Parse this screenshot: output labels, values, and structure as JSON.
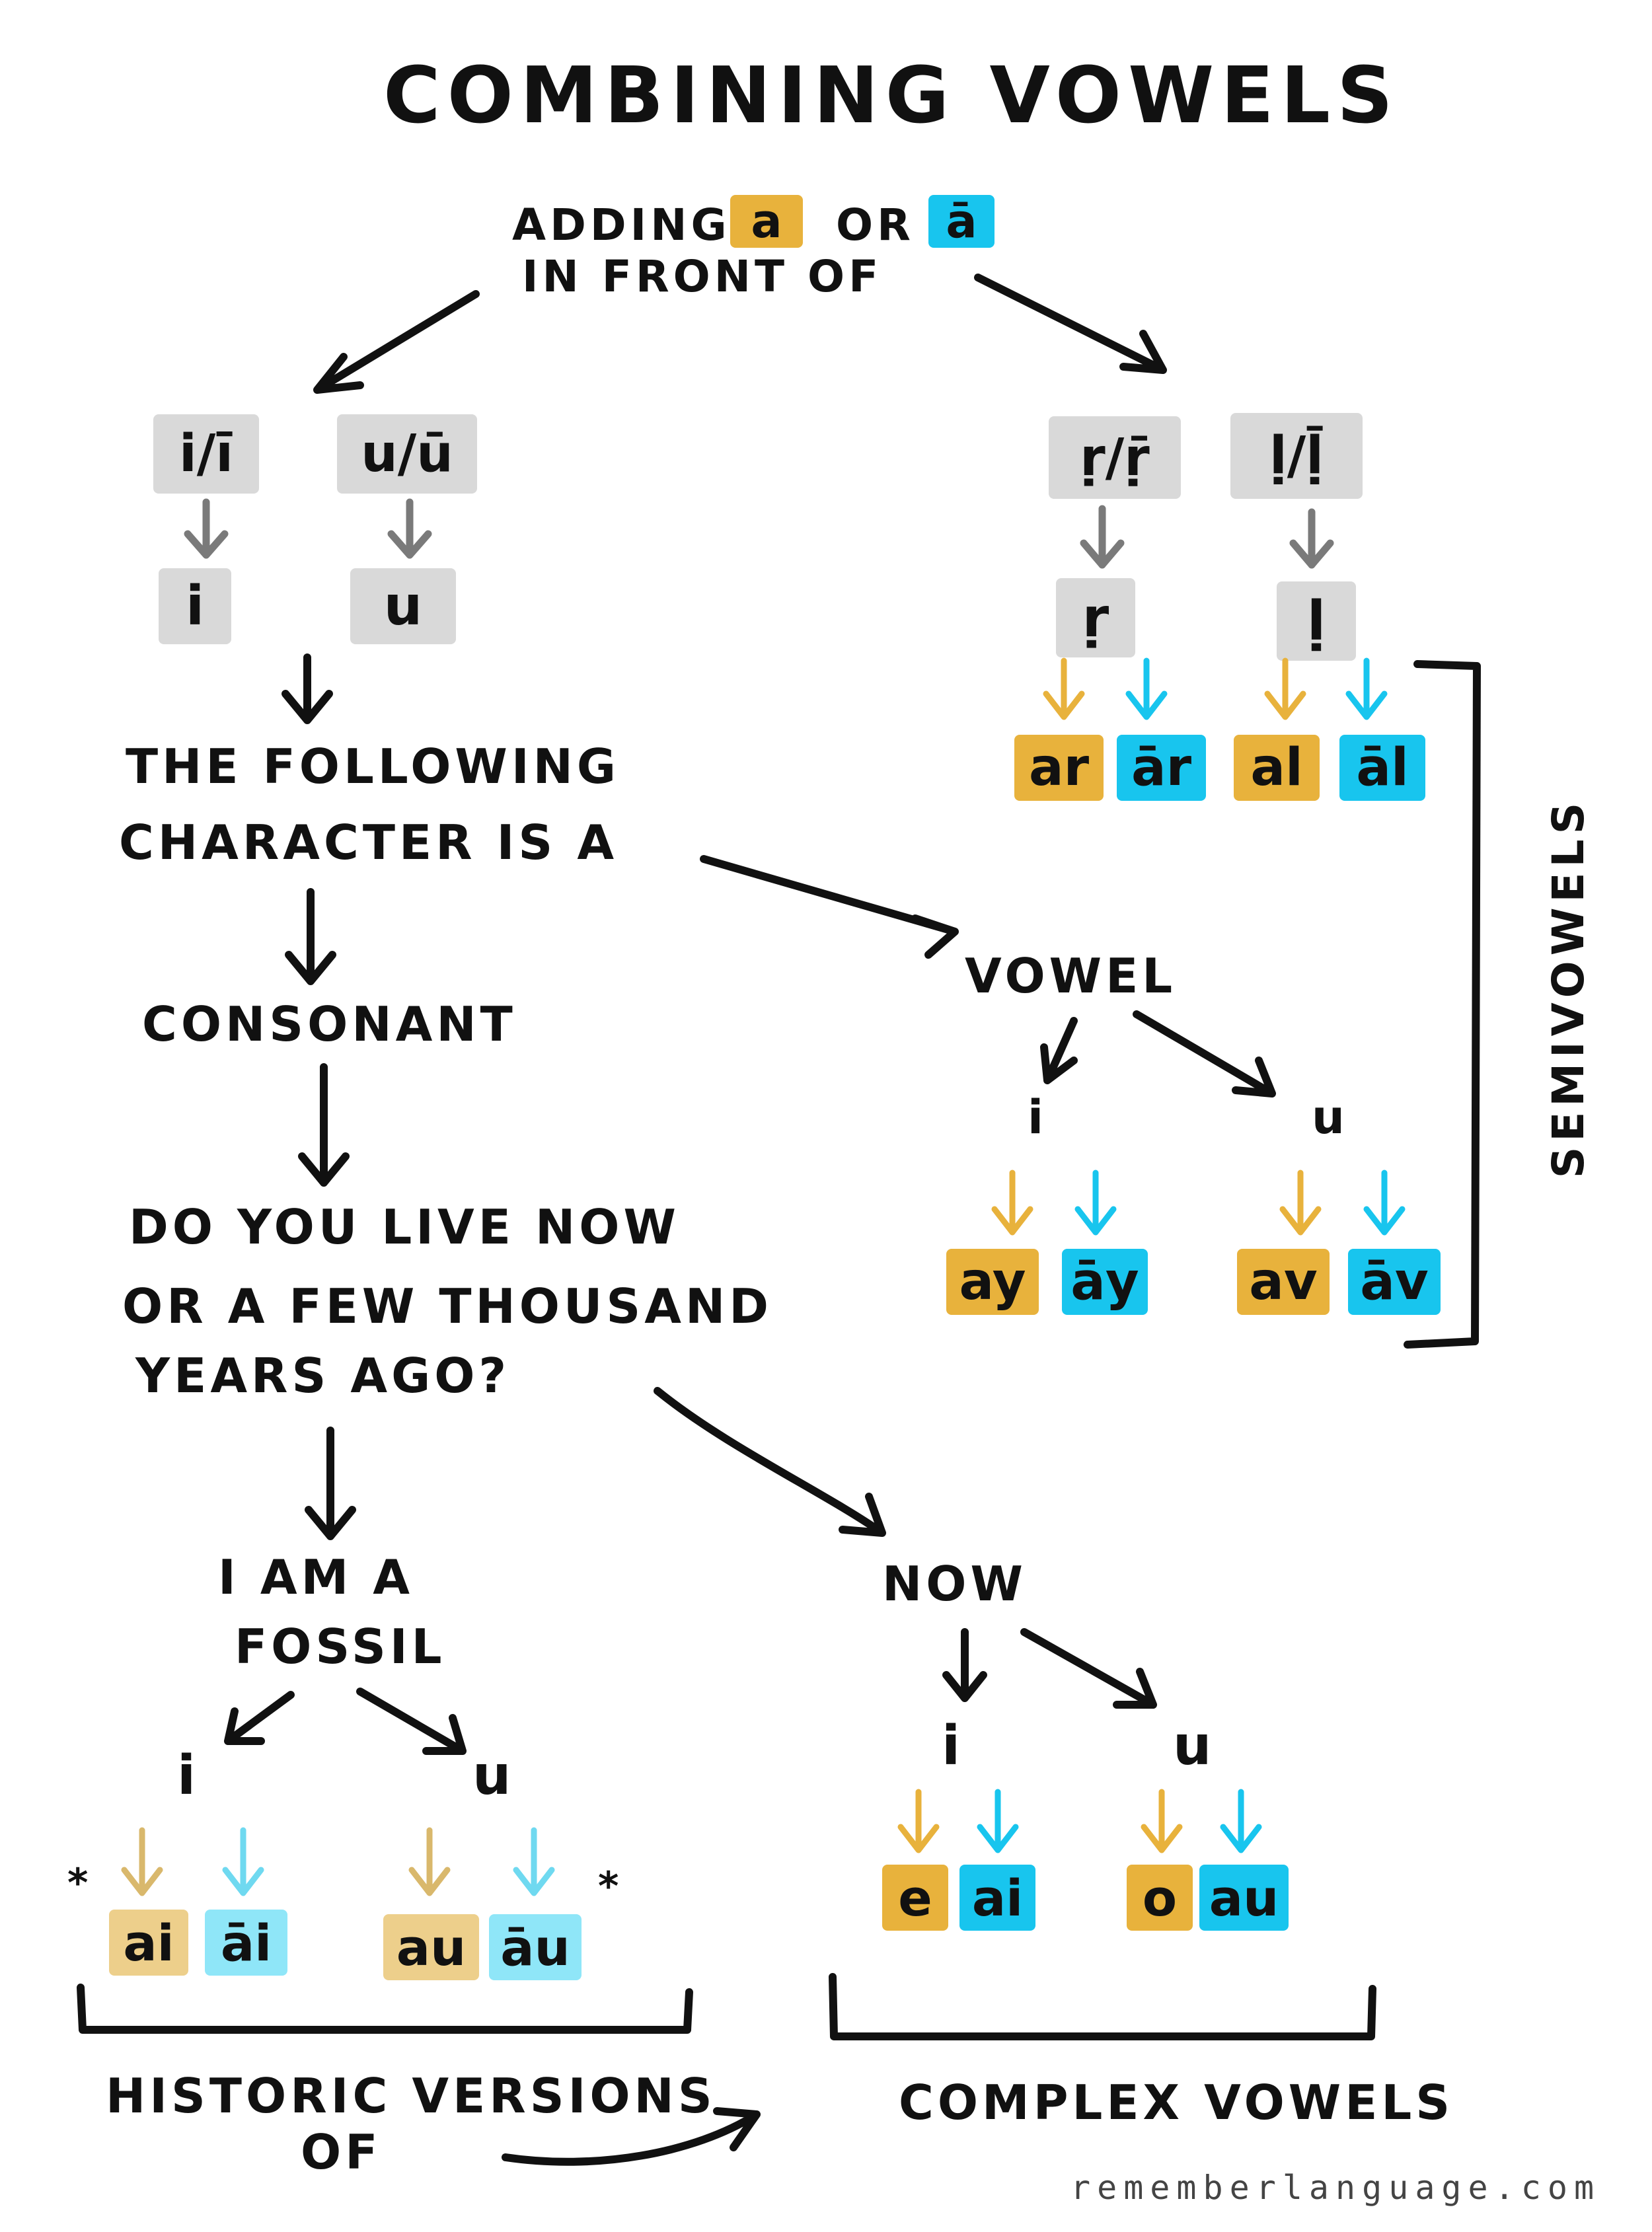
{
  "title": "COMBINING VOWELS",
  "intro": {
    "line1_pre": "ADDING",
    "line1_mid": "OR",
    "line2": "IN FRONT OF",
    "a_short": "a",
    "a_long": "ā"
  },
  "left_group": {
    "items": [
      {
        "from": "i/ī",
        "to": "i"
      },
      {
        "from": "u/ū",
        "to": "u"
      }
    ]
  },
  "right_group": {
    "items": [
      {
        "from": "ṛ/ṝ",
        "to": "ṛ",
        "results": [
          "ar",
          "ār"
        ]
      },
      {
        "from": "ḷ/ḹ",
        "to": "ḷ",
        "results": [
          "al",
          "āl"
        ]
      }
    ]
  },
  "question1": {
    "line1": "THE FOLLOWING",
    "line2": "CHARACTER IS A"
  },
  "consonant": "CONSONANT",
  "vowel_branch": {
    "label": "VOWEL",
    "i": {
      "label": "i",
      "results": [
        "ay",
        "āy"
      ]
    },
    "u": {
      "label": "u",
      "results": [
        "av",
        "āv"
      ]
    }
  },
  "semivowels_label": "SEMIVOWELS",
  "question2": {
    "line1": "DO YOU LIVE NOW",
    "line2": "OR A FEW THOUSAND",
    "line3": "YEARS AGO?"
  },
  "fossil_branch": {
    "line1": "I AM A",
    "line2": "FOSSIL",
    "i": {
      "label": "i",
      "results": [
        "ai",
        "āi"
      ]
    },
    "u": {
      "label": "u",
      "results": [
        "au",
        "āu"
      ]
    },
    "asterisk": "*"
  },
  "now_branch": {
    "label": "NOW",
    "i": {
      "label": "i",
      "results": [
        "e",
        "ai"
      ]
    },
    "u": {
      "label": "u",
      "results": [
        "o",
        "au"
      ]
    }
  },
  "historic": {
    "line1": "HISTORIC VERSIONS",
    "line2": "OF"
  },
  "complex": "COMPLEX VOWELS",
  "footer": "rememberlanguage.com",
  "colors": {
    "orange": "#e8b23c",
    "blue": "#18c5ee",
    "gray": "#d9d9d9",
    "arrow_orange": "#e8b23c",
    "arrow_blue": "#18c5ee",
    "arrow_gray": "#7a7a7a"
  }
}
